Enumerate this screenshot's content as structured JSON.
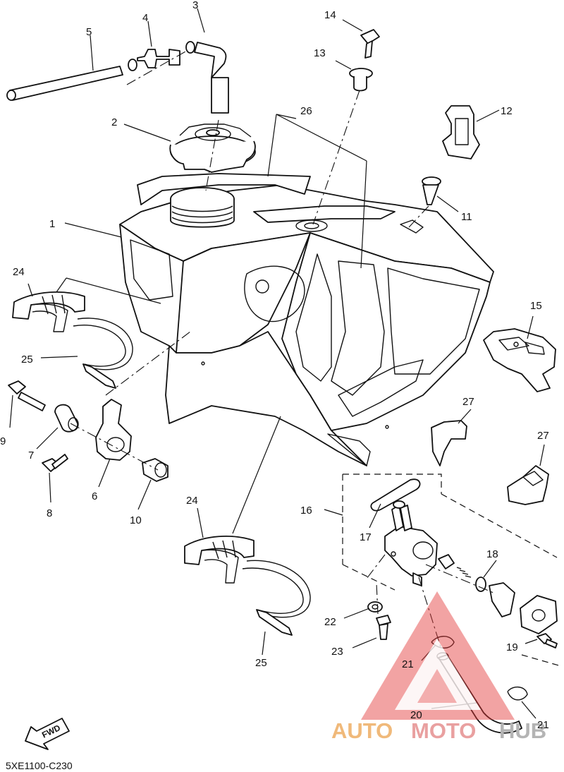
{
  "diagram_code": "5XE1100-C230",
  "fwd_label": "FWD",
  "watermark": {
    "part1": "AUTO",
    "part2": "MOTO",
    "part3": "HUB",
    "color_triangle": "#e23a3a",
    "color_auto": "#f0b97a",
    "color_moto": "#e9a0a0",
    "color_hub": "#b4b4b4"
  },
  "callouts": [
    {
      "id": "c1",
      "text": "1"
    },
    {
      "id": "c2",
      "text": "2"
    },
    {
      "id": "c3",
      "text": "3"
    },
    {
      "id": "c4",
      "text": "4"
    },
    {
      "id": "c5",
      "text": "5"
    },
    {
      "id": "c6",
      "text": "6"
    },
    {
      "id": "c7",
      "text": "7"
    },
    {
      "id": "c8",
      "text": "8"
    },
    {
      "id": "c9",
      "text": "9"
    },
    {
      "id": "c10",
      "text": "10"
    },
    {
      "id": "c11",
      "text": "11"
    },
    {
      "id": "c12",
      "text": "12"
    },
    {
      "id": "c13",
      "text": "13"
    },
    {
      "id": "c14",
      "text": "14"
    },
    {
      "id": "c15",
      "text": "15"
    },
    {
      "id": "c16",
      "text": "16"
    },
    {
      "id": "c17",
      "text": "17"
    },
    {
      "id": "c18",
      "text": "18"
    },
    {
      "id": "c19",
      "text": "19"
    },
    {
      "id": "c20",
      "text": "20"
    },
    {
      "id": "c21a",
      "text": "21"
    },
    {
      "id": "c21b",
      "text": "21"
    },
    {
      "id": "c22",
      "text": "22"
    },
    {
      "id": "c23",
      "text": "23"
    },
    {
      "id": "c24a",
      "text": "24"
    },
    {
      "id": "c24b",
      "text": "24"
    },
    {
      "id": "c25a",
      "text": "25"
    },
    {
      "id": "c25b",
      "text": "25"
    },
    {
      "id": "c26",
      "text": "26"
    },
    {
      "id": "c27a",
      "text": "27"
    },
    {
      "id": "c27b",
      "text": "27"
    }
  ]
}
